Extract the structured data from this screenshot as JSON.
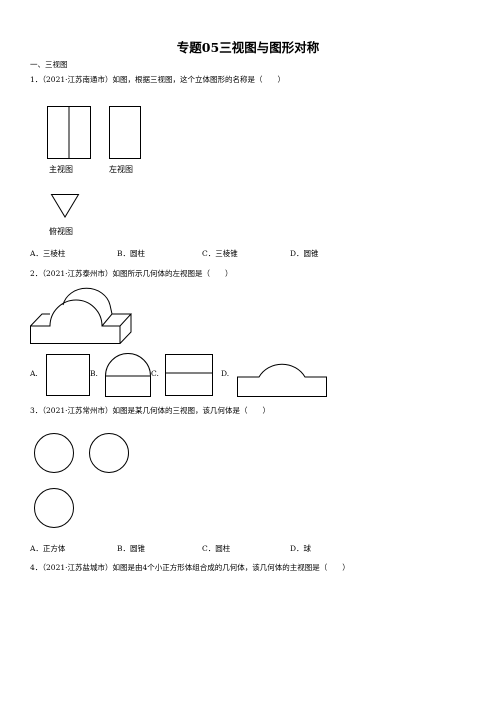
{
  "title": "专题05三视图与图形对称",
  "section": "一、三视图",
  "questions": [
    {
      "number": "1．",
      "text": "（2021·江苏南通市）如图，根据三视图，这个立体图形的名称是（　　）",
      "figure_labels": [
        "主视图",
        "左视图",
        "俯视图"
      ],
      "options": [
        "A．三棱柱",
        "B．圆柱",
        "C．三棱锥",
        "D．圆锥"
      ]
    },
    {
      "number": "2．",
      "text": "（2021·江苏泰州市）如图所示几何体的左视图是（　　）",
      "option_letters": [
        "A.",
        "B.",
        "C.",
        "D."
      ]
    },
    {
      "number": "3．",
      "text": "（2021·江苏常州市）如图是某几何体的三视图，该几何体是（　　）",
      "options": [
        "A．正方体",
        "B．圆锥",
        "C．圆柱",
        "D．球"
      ]
    },
    {
      "number": "4．",
      "text": "（2021·江苏盐城市）如图是由4个小正方形体组合成的几何体，该几何体的主视图是（　　）"
    }
  ]
}
